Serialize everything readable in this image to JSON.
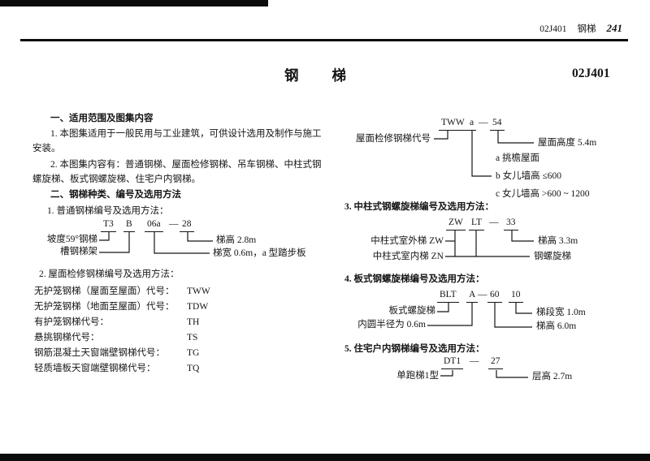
{
  "header": {
    "doc_no": "02J401",
    "doc_title": "钢梯",
    "page_no": "241"
  },
  "title": {
    "main": "钢　　梯",
    "code": "02J401"
  },
  "intro": {
    "s1_heading": "一、适用范围及图集内容",
    "p1_line1": "1. 本图集适用于一般民用与工业建筑，可供设计选用及制作与施工",
    "p1_line2": "安装。",
    "p2_line1": "2. 本图集内容有：普通钢梯、屋面检修钢梯、吊车钢梯、中柱式钢",
    "p2_line2": "螺旋梯、板式钢螺旋梯、住宅户内钢梯。",
    "s2_heading": "二、钢梯种类、编号及选用方法",
    "s2_1_heading": "1. 普通钢梯编号及选用方法："
  },
  "diagram_ordinary": {
    "code_1": "T3",
    "code_2": "B",
    "code_3": "06a",
    "dash": "—",
    "code_4": "28",
    "label_slope": "坡度59°钢梯",
    "label_frame": "槽钢梯架",
    "label_height": "梯高 2.8m",
    "label_width": "梯宽 0.6m，a 型踏步板"
  },
  "roof_list": {
    "heading": "2. 屋面检修钢梯编号及选用方法：",
    "items": [
      {
        "label": "无护笼钢梯（屋面至屋面）代号：",
        "code": "TWW"
      },
      {
        "label": "无护笼钢梯（地面至屋面）代号：",
        "code": "TDW"
      },
      {
        "label": "有护笼钢梯代号：",
        "code": "TH"
      },
      {
        "label": "悬挑钢梯代号：",
        "code": "TS"
      },
      {
        "label": "钢筋混凝土天窗端壁钢梯代号：",
        "code": "TG"
      },
      {
        "label": "轻质墙板天窗端壁钢梯代号：",
        "code": "TQ"
      }
    ]
  },
  "diagram_tww": {
    "code_1": "TWW",
    "code_2": "a",
    "dash": "—",
    "code_3": "54",
    "label_left": "屋面检修钢梯代号",
    "label_right": "屋面高度 5.4m",
    "option_a": "a 挑檐屋面",
    "option_b": "b 女儿墙高 ≤600",
    "option_c": "c 女儿墙高 >600 ~ 1200"
  },
  "section3": {
    "heading": "3. 中柱式钢螺旋梯编号及选用方法："
  },
  "diagram_zw": {
    "code_1": "ZW",
    "code_2": "LT",
    "dash": "—",
    "code_3": "33",
    "label_outdoor": "中柱式室外梯 ZW",
    "label_indoor": "中柱式室内梯 ZN",
    "label_height": "梯高 3.3m",
    "label_type": "钢螺旋梯"
  },
  "section4": {
    "heading": "4. 板式钢螺旋梯编号及选用方法："
  },
  "diagram_blt": {
    "code_1": "BLT",
    "code_2": "A",
    "dash": "—",
    "code_3": "60",
    "code_4": "10",
    "label_type": "板式螺旋梯",
    "label_radius": "内圆半径为 0.6m",
    "label_flight_width": "梯段宽 1.0m",
    "label_height": "梯高 6.0m"
  },
  "section5": {
    "heading": "5. 住宅户内钢梯编号及选用方法："
  },
  "diagram_dt": {
    "code_1": "DT1",
    "dash": "—",
    "code_2": "27",
    "label_type": "单跑梯1型",
    "label_storey": "层高 2.7m"
  }
}
